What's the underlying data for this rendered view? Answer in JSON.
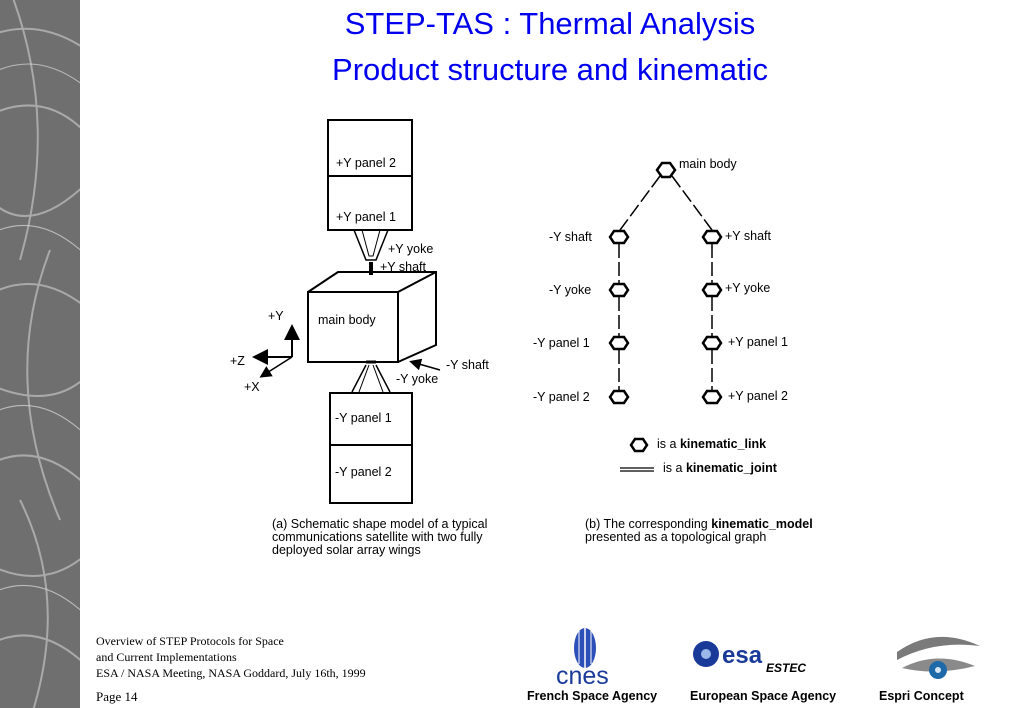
{
  "title": {
    "line1": "STEP-TAS : Thermal Analysis",
    "line2": "Product structure and kinematic"
  },
  "schematic": {
    "y_panel_2": "+Y panel 2",
    "y_panel_1": "+Y panel 1",
    "y_yoke": "+Y yoke",
    "y_shaft": "+Y shaft",
    "main_body": "main body",
    "neg_y_shaft": "-Y shaft",
    "neg_y_yoke": "-Y yoke",
    "neg_y_panel_1": "-Y panel 1",
    "neg_y_panel_2": "-Y panel 2",
    "axis_y": "+Y",
    "axis_z": "+Z",
    "axis_x": "+X"
  },
  "graph": {
    "root": "main body",
    "left": [
      "-Y shaft",
      "-Y yoke",
      "-Y panel 1",
      "-Y panel 2"
    ],
    "right": [
      "+Y shaft",
      "+Y yoke",
      "+Y panel 1",
      "+Y panel 2"
    ],
    "legend_link_prefix": "is a",
    "legend_link_term": "kinematic_link",
    "legend_joint_prefix": "is a",
    "legend_joint_term": "kinematic_joint"
  },
  "captions": {
    "a_line1": "(a) Schematic shape model of a typical",
    "a_line2": "communications satellite with two fully",
    "a_line3": "deployed solar array wings",
    "b_prefix": "(b) The corresponding",
    "b_term": "kinematic_model",
    "b_line2": "presented as a topological graph"
  },
  "footer": {
    "line1": "Overview of STEP Protocols for Space",
    "line2": "and Current Implementations",
    "line3": "ESA / NASA Meeting, NASA Goddard, July 16th, 1999",
    "page": "Page 14"
  },
  "logos": {
    "cnes_word": "cnes",
    "cnes_label": "French Space Agency",
    "esa_word": "esa",
    "estec_word": "ESTEC",
    "esa_label": "European Space Agency",
    "espri_label": "Espri Concept"
  },
  "colors": {
    "title": "#0000ee",
    "sidebar": "#6f6f6f",
    "logo_blue": "#1a3a9a"
  }
}
